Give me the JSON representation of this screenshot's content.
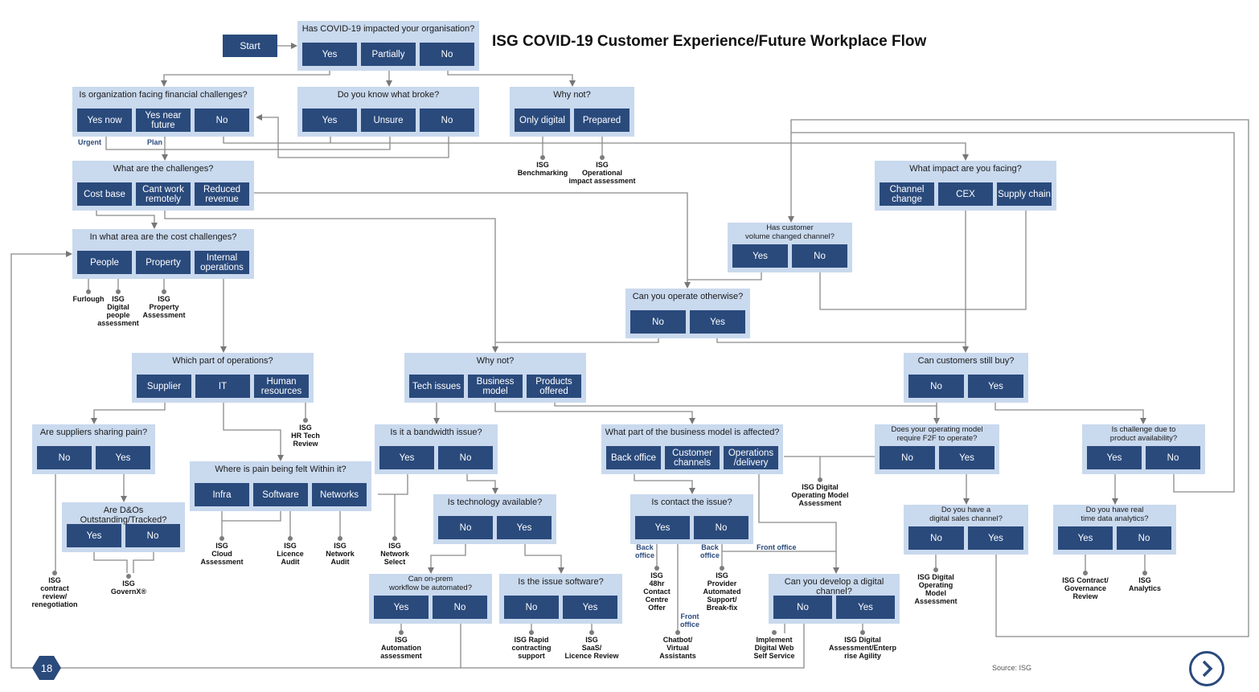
{
  "title": "ISG COVID-19 Customer Experience/Future Workplace Flow",
  "start_label": "Start",
  "questions": [
    {
      "id": "covid",
      "question": "Has COVID-19 impacted your organisation?",
      "options": [
        "Yes",
        "Partially",
        "No"
      ]
    },
    {
      "id": "financial",
      "question": "Is organization facing financial challenges?",
      "options": [
        "Yes now",
        "Yes near future",
        "No"
      ]
    },
    {
      "id": "broke",
      "question": "Do you know what broke?",
      "options": [
        "Yes",
        "Unsure",
        "No"
      ]
    },
    {
      "id": "why-not-1",
      "question": "Why not?",
      "options": [
        "Only digital",
        "Prepared"
      ]
    },
    {
      "id": "challenges",
      "question": "What are the challenges?",
      "options": [
        "Cost base",
        "Cant work remotely",
        "Reduced revenue"
      ]
    },
    {
      "id": "impact",
      "question": "What impact are you facing?",
      "options": [
        "Channel change",
        "CEX",
        "Supply chain"
      ]
    },
    {
      "id": "volume",
      "question": "Has customer\nvolume changed channel?",
      "options": [
        "Yes",
        "No"
      ]
    },
    {
      "id": "cost-area",
      "question": "In what area are the cost challenges?",
      "options": [
        "People",
        "Property",
        "Internal operations"
      ]
    },
    {
      "id": "operate",
      "question": "Can you operate otherwise?",
      "options": [
        "No",
        "Yes"
      ]
    },
    {
      "id": "ops-part",
      "question": "Which part of operations?",
      "options": [
        "Supplier",
        "IT",
        "Human resources"
      ]
    },
    {
      "id": "why-not-2",
      "question": "Why not?",
      "options": [
        "Tech issues",
        "Business model",
        "Products offered"
      ]
    },
    {
      "id": "buy",
      "question": "Can customers still buy?",
      "options": [
        "No",
        "Yes"
      ]
    },
    {
      "id": "suppliers",
      "question": "Are suppliers sharing pain?",
      "options": [
        "No",
        "Yes"
      ]
    },
    {
      "id": "bandwidth",
      "question": "Is it a bandwidth issue?",
      "options": [
        "Yes",
        "No"
      ]
    },
    {
      "id": "biz-model",
      "question": "What part of the business model is affected?",
      "options": [
        "Back office",
        "Customer channels",
        "Operations /delivery"
      ]
    },
    {
      "id": "f2f",
      "question": "Does your operating model\nrequire F2F to operate?",
      "options": [
        "No",
        "Yes"
      ]
    },
    {
      "id": "product",
      "question": "Is challenge due to\nproduct availability?",
      "options": [
        "Yes",
        "No"
      ]
    },
    {
      "id": "pain",
      "question": "Where is pain being felt Within it?",
      "options": [
        "Infra",
        "Software",
        "Networks"
      ]
    },
    {
      "id": "tech-avail",
      "question": "Is technology available?",
      "options": [
        "No",
        "Yes"
      ]
    },
    {
      "id": "contact",
      "question": "Is contact the issue?",
      "options": [
        "Yes",
        "No"
      ]
    },
    {
      "id": "dnos",
      "question": "Are D&Os Outstanding/Tracked?",
      "options": [
        "Yes",
        "No"
      ]
    },
    {
      "id": "digital-sales",
      "question": "Do you have a\ndigital sales channel?",
      "options": [
        "No",
        "Yes"
      ]
    },
    {
      "id": "realtime",
      "question": "Do you have real\ntime data analytics?",
      "options": [
        "Yes",
        "No"
      ]
    },
    {
      "id": "on-prem",
      "question": "Can on-prem\nworkflow be automated?",
      "options": [
        "Yes",
        "No"
      ]
    },
    {
      "id": "software",
      "question": "Is the issue software?",
      "options": [
        "No",
        "Yes"
      ]
    },
    {
      "id": "digital-channel",
      "question": "Can you develop a digital channel?",
      "options": [
        "No",
        "Yes"
      ]
    }
  ],
  "notes": [
    "ISG\nBenchmarking",
    "ISG\nOperational\nimpact assessment",
    "Furlough",
    "ISG\nDigital\npeople\nassessment",
    "ISG\nProperty\nAssessment",
    "ISG\nHR Tech\nReview",
    "ISG\nCloud\nAssessment",
    "ISG\nLicence\nAudit",
    "ISG\nNetwork\nAudit",
    "ISG\nNetwork\nSelect",
    "ISG\ncontract\nreview/\nrenegotiation",
    "ISG\nGovernX®",
    "ISG Digital\nOperating Model\nAssessment",
    "ISG\nAutomation\nassessment",
    "ISG Rapid\ncontracting\nsupport",
    "ISG\nSaaS/\nLicence Review",
    "ISG\n48hr\nContact\nCentre\nOffer",
    "ISG\nProvider\nAutomated\nSupport/\nBreak-fix",
    "Chatbot/\nVirtual\nAssistants",
    "Implement\nDigital Web\nSelf Service",
    "ISG Digital\nAssessment/Enterp\nrise Agility",
    "ISG Digital\nOperating\nModel\nAssessment",
    "ISG Contract/\nGovernance\nReview",
    "ISG\nAnalytics"
  ],
  "branch_labels": [
    "Urgent",
    "Plan",
    "Back\noffice",
    "Back\noffice",
    "Front office",
    "Front\noffice"
  ],
  "page_number": "18",
  "source": "Source: ISG",
  "colors": {
    "panel": "#c9d9ee",
    "button": "#2a4a7c",
    "connector": "#8a8a8a",
    "branch_label": "#2a4a7c"
  },
  "icons": {
    "next": "chevron-right-circle-icon"
  }
}
